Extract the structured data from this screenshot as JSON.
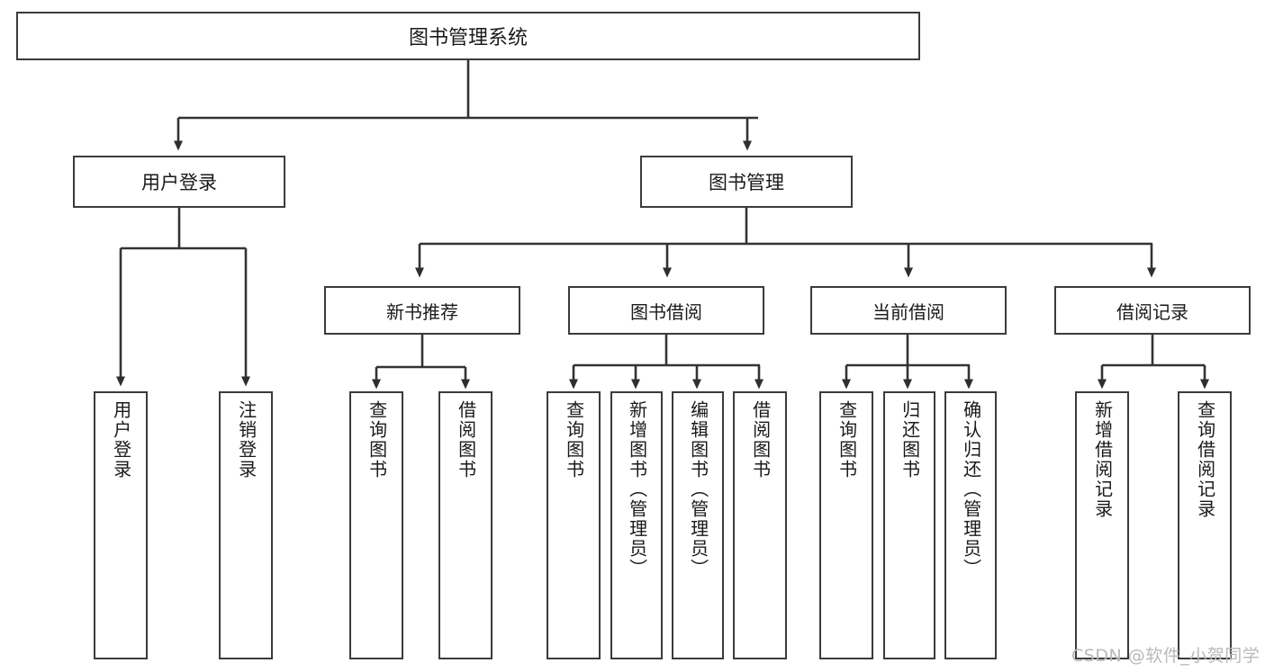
{
  "diagram": {
    "title": "图书管理系统",
    "root": {
      "label": "图书管理系统"
    },
    "branches": [
      {
        "label": "用户登录",
        "children": [
          {
            "label": "用户登录"
          },
          {
            "label": "注销登录"
          }
        ]
      },
      {
        "label": "图书管理",
        "subgroups": [
          {
            "label": "新书推荐",
            "children": [
              {
                "label": "查询图书"
              },
              {
                "label": "借阅图书"
              }
            ]
          },
          {
            "label": "图书借阅",
            "children": [
              {
                "label": "查询图书"
              },
              {
                "label": "新增图书（管理员）"
              },
              {
                "label": "编辑图书（管理员）"
              },
              {
                "label": "借阅图书"
              }
            ]
          },
          {
            "label": "当前借阅",
            "children": [
              {
                "label": "查询图书"
              },
              {
                "label": "归还图书"
              },
              {
                "label": "确认归还（管理员）"
              }
            ]
          },
          {
            "label": "借阅记录",
            "children": [
              {
                "label": "新增借阅记录"
              },
              {
                "label": "查询借阅记录"
              }
            ]
          }
        ]
      }
    ]
  },
  "watermark": {
    "text": "CSDN @软件_小贺同学"
  },
  "colors": {
    "box_border": "#3b3b3b",
    "line": "#333333",
    "text": "#1a1a1a",
    "background": "#ffffff",
    "watermark": "#b9b9b9"
  }
}
